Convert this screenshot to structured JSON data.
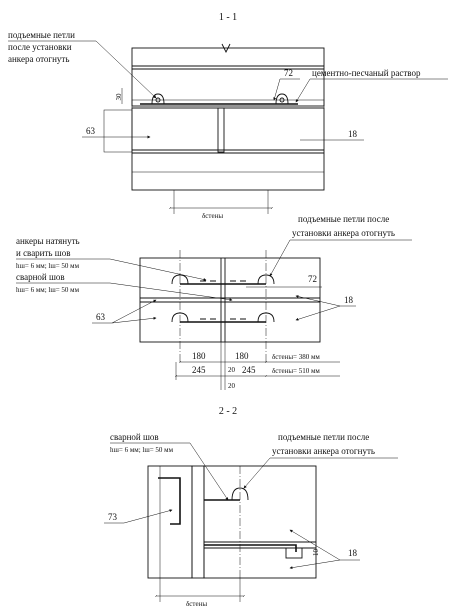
{
  "section_1": {
    "title": "1 - 1",
    "label_loops_line1": "подъемные петли",
    "label_loops_line2": "после установки",
    "label_loops_line3": "анкера отогнуть",
    "dim_30": "30",
    "callout_72": "72",
    "label_mortar": "цементно-песчаный раствор",
    "callout_63": "63",
    "callout_18": "18",
    "dim_wall": "δстены"
  },
  "plan": {
    "label_loops_line1": "подъемные петли после",
    "label_loops_line2": "установки анкера отогнуть",
    "label_anchors_line1": "анкеры натянуть",
    "label_anchors_line2": "и сварить шов",
    "label_weld_params_1": "hш= 6 мм; lш= 50 мм",
    "label_weld": "сварной шов",
    "label_weld_params_2": "hш= 6 мм; lш= 50 мм",
    "callout_72": "72",
    "callout_18": "18",
    "callout_63": "63",
    "dim_180_left": "180",
    "dim_180_right": "180",
    "dim_20_top": "20",
    "dim_wall_380": "δстены= 380 мм",
    "dim_245_left": "245",
    "dim_245_right": "245",
    "dim_20_bottom": "20",
    "dim_wall_510": "δстены= 510 мм"
  },
  "section_2": {
    "title": "2 - 2",
    "label_weld": "сварной шов",
    "label_weld_params": "hш= 6 мм; lш= 50 мм",
    "label_loops_line1": "подъемные петли после",
    "label_loops_line2": "установки анкера отогнуть",
    "callout_73": "73",
    "dim_10": "10",
    "callout_18": "18",
    "dim_wall": "δстены"
  }
}
